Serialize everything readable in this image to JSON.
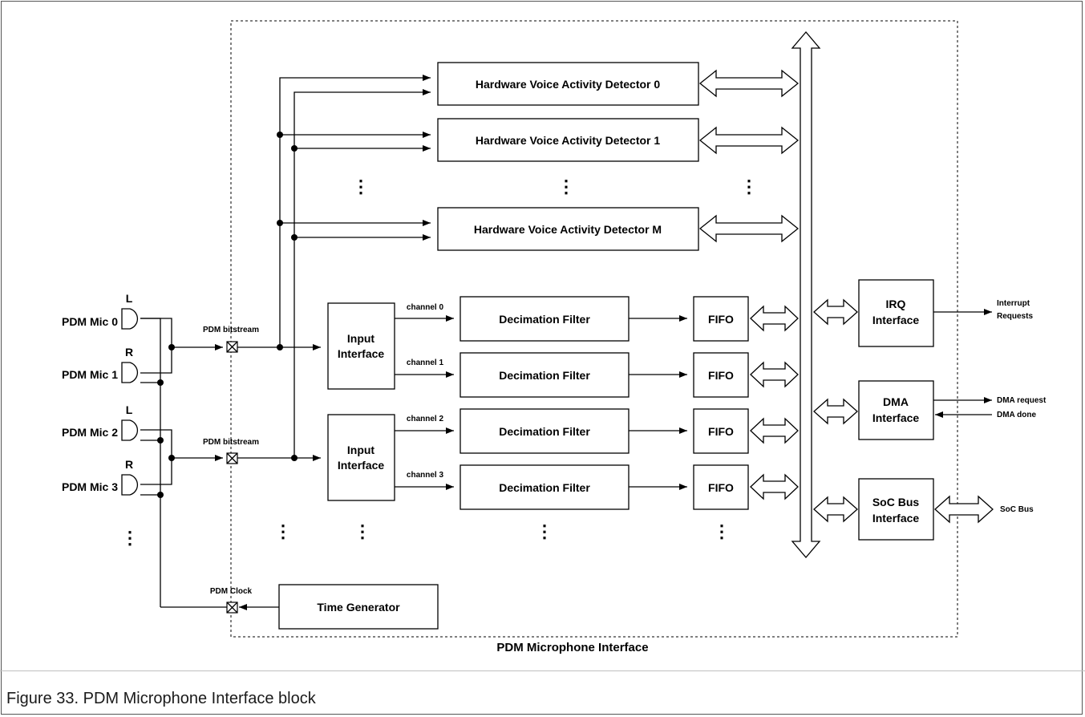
{
  "diagram": {
    "region_label": "PDM Microphone Interface",
    "mics": [
      {
        "label": "PDM Mic 0",
        "side": "L"
      },
      {
        "label": "PDM Mic 1",
        "side": "R"
      },
      {
        "label": "PDM Mic 2",
        "side": "L"
      },
      {
        "label": "PDM Mic 3",
        "side": "R"
      }
    ],
    "bitstream_label": "PDM bitstream",
    "clock_label": "PDM Clock",
    "hvad": [
      "Hardware Voice Activity Detector 0",
      "Hardware Voice Activity Detector 1",
      "Hardware Voice Activity Detector M"
    ],
    "input_interface": [
      "Input",
      "Interface"
    ],
    "channels": [
      "channel 0",
      "channel 1",
      "channel 2",
      "channel 3"
    ],
    "decimation_filter": "Decimation Filter",
    "fifo": "FIFO",
    "time_generator": "Time Generator",
    "irq_interface": [
      "IRQ",
      "Interface"
    ],
    "dma_interface": [
      "DMA",
      "Interface"
    ],
    "soc_bus_interface": [
      "SoC Bus",
      "Interface"
    ],
    "outputs": {
      "interrupt": [
        "Interrupt",
        "Requests"
      ],
      "dma_request": "DMA request",
      "dma_done": "DMA done",
      "soc_bus": "SoC Bus"
    }
  },
  "caption": "Figure 33.  PDM Microphone Interface block"
}
